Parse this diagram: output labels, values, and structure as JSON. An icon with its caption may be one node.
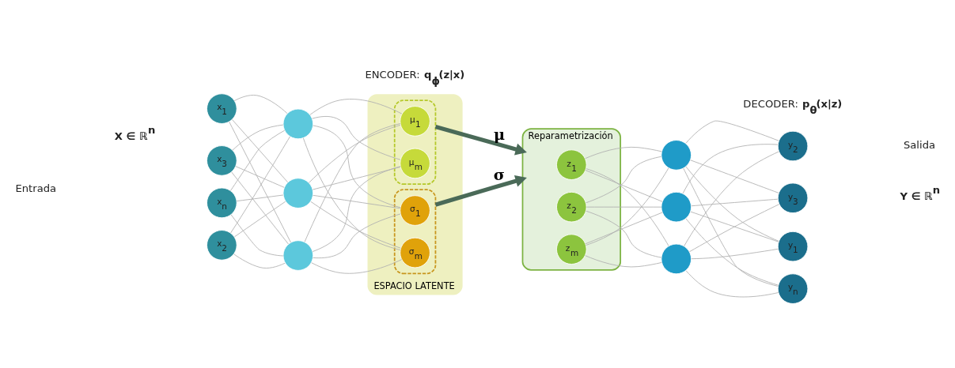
{
  "diagram": {
    "nodes": [
      {
        "text": [
          "x$_{1}$"
        ]
      },
      {
        "text": [
          "x$_{2}$"
        ]
      },
      {
        "text": [
          "x$_{3}$"
        ]
      },
      {
        "text": [
          "x$_{n}$"
        ]
      },
      {
        "text": [],
        "shape": "circle"
      },
      {
        "text": [],
        "shape": "circle"
      },
      {
        "text": [],
        "shape": "circle"
      },
      {
        "text": [
          "ESPACIO LATENTE"
        ]
      },
      {
        "text": [],
        "shape": "box",
        "in": 7
      },
      {
        "text": [
          "μ$_{1}$"
        ],
        "in": 8
      },
      {
        "text": [
          "μ$_{m}$"
        ],
        "in": 8
      },
      {
        "text": [],
        "shape": "box",
        "in": 7
      },
      {
        "text": [
          "σ$_{1}$"
        ],
        "in": 11
      },
      {
        "text": [
          "σ$_{m}$"
        ],
        "in": 11
      },
      {
        "text": [
          "Reparametrización"
        ]
      },
      {
        "text": [
          "z$_{1}$"
        ],
        "in": 14
      },
      {
        "text": [
          "z$_{2}$"
        ],
        "in": 14
      },
      {
        "text": [
          "z$_{m}$"
        ],
        "in": 14
      },
      {
        "text": [],
        "shape": "circle"
      },
      {
        "text": [],
        "shape": "circle"
      },
      {
        "text": [],
        "shape": "circle"
      },
      {
        "text": [
          "y$_{1}$"
        ]
      },
      {
        "text": [
          "y$_{2}$"
        ]
      },
      {
        "text": [
          "y$_{3}$"
        ]
      },
      {
        "text": [
          "y$_{n}$"
        ]
      }
    ],
    "edges": [
      {
        "from": 0,
        "to": 4,
        "arrow": "none"
      },
      {
        "from": 0,
        "to": 5,
        "arrow": "none"
      },
      {
        "from": 0,
        "to": 6,
        "arrow": "none"
      },
      {
        "from": 1,
        "to": 4,
        "arrow": "none"
      },
      {
        "from": 1,
        "to": 5,
        "arrow": "none"
      },
      {
        "from": 1,
        "to": 6,
        "arrow": "none"
      },
      {
        "from": 2,
        "to": 4,
        "arrow": "none"
      },
      {
        "from": 2,
        "to": 5,
        "arrow": "none"
      },
      {
        "from": 2,
        "to": 6,
        "arrow": "none"
      },
      {
        "from": 3,
        "to": 4,
        "arrow": "none"
      },
      {
        "from": 3,
        "to": 5,
        "arrow": "none"
      },
      {
        "from": 3,
        "to": 6,
        "arrow": "none"
      },
      {
        "from": 4,
        "to": 9,
        "arrow": "none"
      },
      {
        "from": 4,
        "to": 10,
        "arrow": "none"
      },
      {
        "from": 4,
        "to": 12,
        "arrow": "none"
      },
      {
        "from": 4,
        "to": 13,
        "arrow": "none"
      },
      {
        "from": 5,
        "to": 9,
        "arrow": "none"
      },
      {
        "from": 5,
        "to": 10,
        "arrow": "none"
      },
      {
        "from": 5,
        "to": 12,
        "arrow": "none"
      },
      {
        "from": 5,
        "to": 13,
        "arrow": "none"
      },
      {
        "from": 6,
        "to": 9,
        "arrow": "none"
      },
      {
        "from": 6,
        "to": 10,
        "arrow": "none"
      },
      {
        "from": 6,
        "to": 12,
        "arrow": "none"
      },
      {
        "from": 6,
        "to": 13,
        "arrow": "none"
      },
      {
        "from": 8,
        "to": 14,
        "arrow": "to",
        "label": "μ",
        "style": "thick",
        "color": "#4a6a58"
      },
      {
        "from": 11,
        "to": 14,
        "arrow": "to",
        "label": "σ",
        "style": "thick",
        "color": "#4a6a58"
      },
      {
        "from": 15,
        "to": 18,
        "arrow": "none"
      },
      {
        "from": 15,
        "to": 19,
        "arrow": "none"
      },
      {
        "from": 15,
        "to": 20,
        "arrow": "none"
      },
      {
        "from": 16,
        "to": 18,
        "arrow": "none"
      },
      {
        "from": 16,
        "to": 19,
        "arrow": "none"
      },
      {
        "from": 16,
        "to": 20,
        "arrow": "none"
      },
      {
        "from": 17,
        "to": 18,
        "arrow": "none"
      },
      {
        "from": 17,
        "to": 19,
        "arrow": "none"
      },
      {
        "from": 17,
        "to": 20,
        "arrow": "none"
      },
      {
        "from": 18,
        "to": 21,
        "arrow": "none"
      },
      {
        "from": 18,
        "to": 22,
        "arrow": "none"
      },
      {
        "from": 18,
        "to": 23,
        "arrow": "none"
      },
      {
        "from": 18,
        "to": 24,
        "arrow": "none"
      },
      {
        "from": 19,
        "to": 21,
        "arrow": "none"
      },
      {
        "from": 19,
        "to": 22,
        "arrow": "none"
      },
      {
        "from": 19,
        "to": 23,
        "arrow": "none"
      },
      {
        "from": 19,
        "to": 24,
        "arrow": "none"
      },
      {
        "from": 20,
        "to": 21,
        "arrow": "none"
      },
      {
        "from": 20,
        "to": 22,
        "arrow": "none"
      },
      {
        "from": 20,
        "to": 23,
        "arrow": "none"
      },
      {
        "from": 20,
        "to": 24,
        "arrow": "none"
      }
    ],
    "labels": [
      "ENCODER: **q$_{ϕ}$(z|x)**",
      "DECODER: **p$_{θ}$(x|z)**",
      "Entrada",
      "**X ∈ ℝ$^{n}$**",
      "Salida",
      "**Y ∈ ℝ$^{n}$**"
    ]
  }
}
